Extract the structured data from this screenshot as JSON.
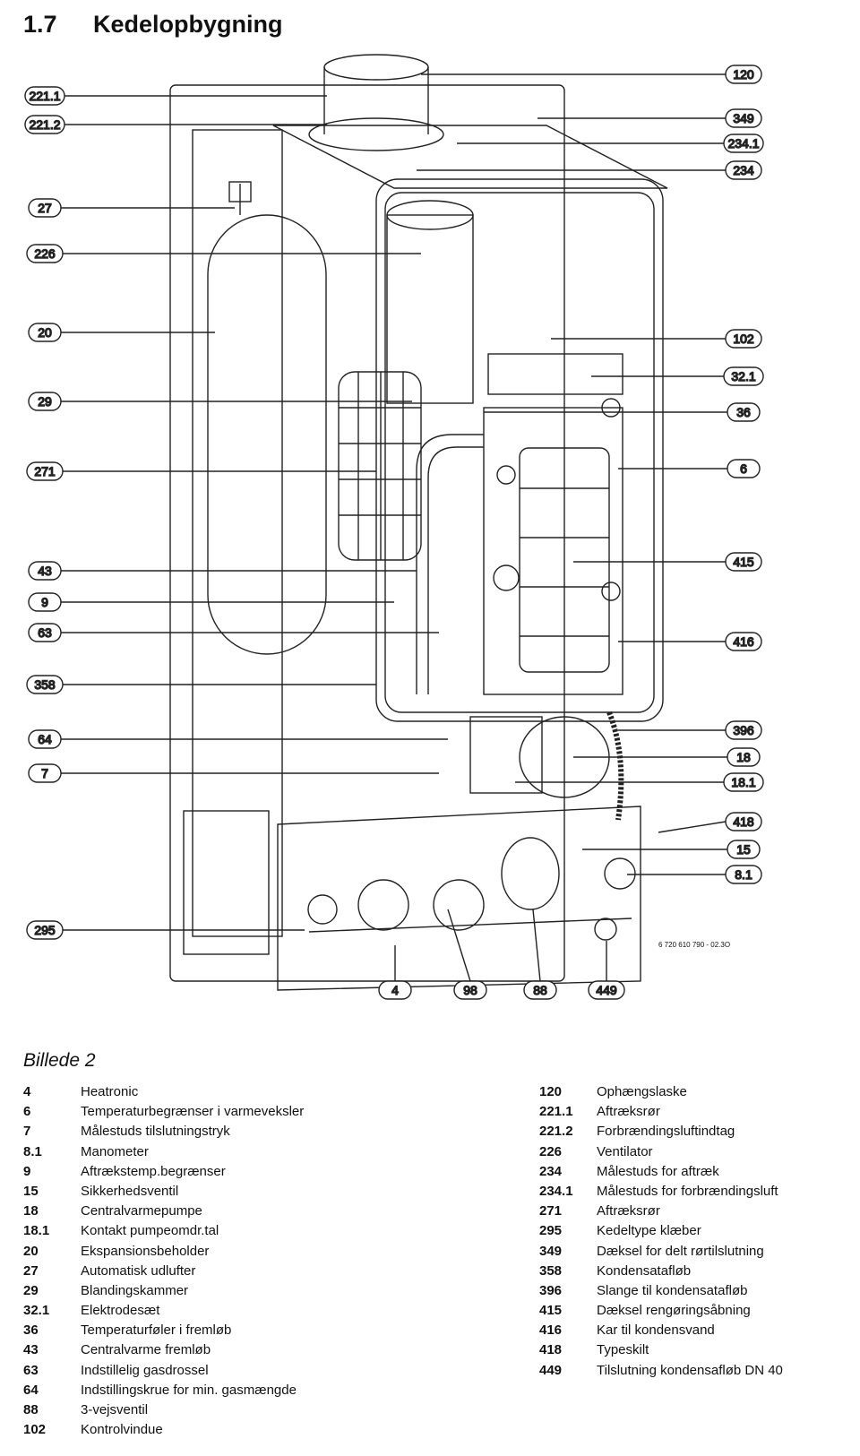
{
  "heading": {
    "number": "1.7",
    "title": "Kedelopbygning"
  },
  "figure": {
    "caption": "Billede 2",
    "code": "6 720 610 790 - 02.3O",
    "callouts_left": [
      "221.1",
      "221.2",
      "27",
      "226",
      "20",
      "29",
      "271",
      "43",
      "9",
      "63",
      "358",
      "64",
      "7",
      "295"
    ],
    "callouts_right": [
      "120",
      "349",
      "234.1",
      "234",
      "102",
      "32.1",
      "36",
      "6",
      "415",
      "416",
      "396",
      "18",
      "18.1",
      "418",
      "15",
      "8.1"
    ],
    "callouts_bottom": [
      "4",
      "98",
      "88",
      "449"
    ]
  },
  "legend_left": [
    {
      "n": "4",
      "t": "Heatronic"
    },
    {
      "n": "6",
      "t": "Temperaturbegrænser i varmeveksler"
    },
    {
      "n": "7",
      "t": "Målestuds tilslutningstryk"
    },
    {
      "n": "8.1",
      "t": "Manometer"
    },
    {
      "n": "9",
      "t": "Aftrækstemp.begrænser"
    },
    {
      "n": "15",
      "t": "Sikkerhedsventil"
    },
    {
      "n": "18",
      "t": "Centralvarmepumpe"
    },
    {
      "n": "18.1",
      "t": "Kontakt pumpeomdr.tal"
    },
    {
      "n": "20",
      "t": "Ekspansionsbeholder"
    },
    {
      "n": "27",
      "t": "Automatisk udlufter"
    },
    {
      "n": "29",
      "t": "Blandingskammer"
    },
    {
      "n": "32.1",
      "t": "Elektrodesæt"
    },
    {
      "n": "36",
      "t": "Temperaturføler i fremløb"
    },
    {
      "n": "43",
      "t": "Centralvarme fremløb"
    },
    {
      "n": "63",
      "t": "Indstillelig gasdrossel"
    },
    {
      "n": "64",
      "t": "Indstillingskrue for min. gasmængde"
    },
    {
      "n": "88",
      "t": "3-vejsventil"
    },
    {
      "n": "102",
      "t": "Kontrolvindue"
    }
  ],
  "legend_right": [
    {
      "n": "120",
      "t": "Ophængslaske"
    },
    {
      "n": "221.1",
      "t": "Aftræksrør"
    },
    {
      "n": "221.2",
      "t": "Forbrændingsluftindtag"
    },
    {
      "n": "226",
      "t": "Ventilator"
    },
    {
      "n": "234",
      "t": "Målestuds for aftræk"
    },
    {
      "n": "234.1",
      "t": "Målestuds for forbrændingsluft"
    },
    {
      "n": "271",
      "t": "Aftræksrør"
    },
    {
      "n": "295",
      "t": "Kedeltype klæber"
    },
    {
      "n": "349",
      "t": "Dæksel for delt rørtilslutning"
    },
    {
      "n": "358",
      "t": "Kondensatafløb"
    },
    {
      "n": "396",
      "t": "Slange til kondensatafløb"
    },
    {
      "n": "415",
      "t": "Dæksel rengøringsåbning"
    },
    {
      "n": "416",
      "t": "Kar til kondensvand"
    },
    {
      "n": "418",
      "t": "Typeskilt"
    },
    {
      "n": "449",
      "t": "Tilslutning kondensafløb DN 40"
    }
  ]
}
